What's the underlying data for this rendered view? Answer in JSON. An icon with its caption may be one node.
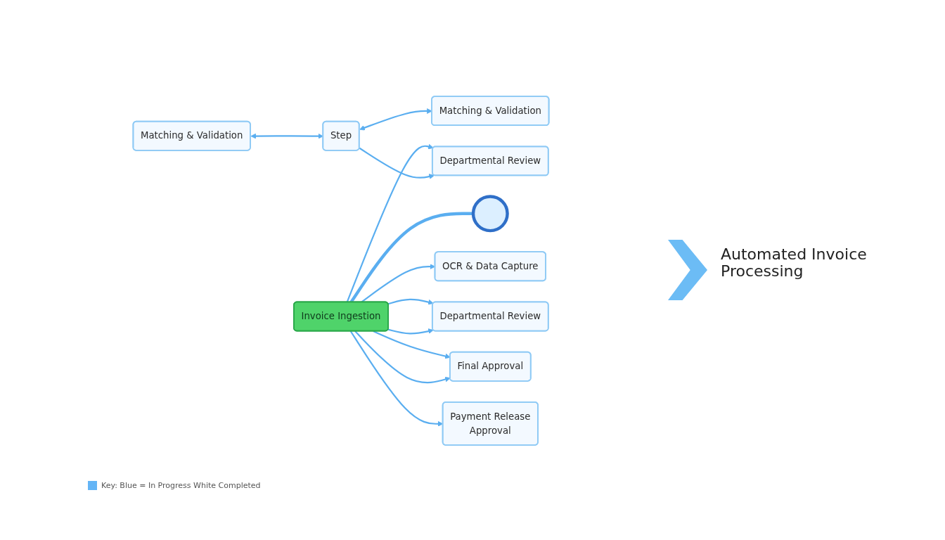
{
  "diagram": {
    "title": "Automated Invoice Processing",
    "nodes": [
      {
        "text": [
          "Invoice Ingestion"
        ]
      },
      {
        "text": [
          "OCR & Data Capture"
        ]
      },
      {
        "text": [
          "Departmental Review"
        ]
      },
      {
        "text": [
          "Matching & Validation"
        ]
      },
      {
        "text": [
          "Step"
        ]
      },
      {
        "text": [
          "Matching & Validation"
        ]
      },
      {
        "text": [
          "Departmental Review"
        ]
      },
      {
        "text": [
          "Final Approval"
        ]
      },
      {
        "text": [
          "Payment Release",
          "Approval"
        ]
      },
      {
        "text": [],
        "shape": "circle"
      }
    ],
    "edges": [
      {
        "from": 0,
        "to": 9,
        "arrow": "none",
        "style": "thick"
      },
      {
        "from": 0,
        "to": 1,
        "arrow": "to"
      },
      {
        "from": 0,
        "to": 2,
        "arrow": "to"
      },
      {
        "from": 0,
        "to": 2,
        "arrow": "to"
      },
      {
        "from": 3,
        "to": 4,
        "arrow": "both"
      },
      {
        "from": 4,
        "to": 5,
        "arrow": "both"
      },
      {
        "from": 0,
        "to": 6,
        "arrow": "to"
      },
      {
        "from": 4,
        "to": 6,
        "arrow": "to"
      },
      {
        "from": 0,
        "to": 7,
        "arrow": "to"
      },
      {
        "from": 0,
        "to": 7,
        "arrow": "to"
      },
      {
        "from": 0,
        "to": 8,
        "arrow": "to"
      }
    ],
    "legend": [
      {
        "text": "Key: Blue = In Progress White Completed",
        "color": "#64b5f6"
      }
    ]
  }
}
